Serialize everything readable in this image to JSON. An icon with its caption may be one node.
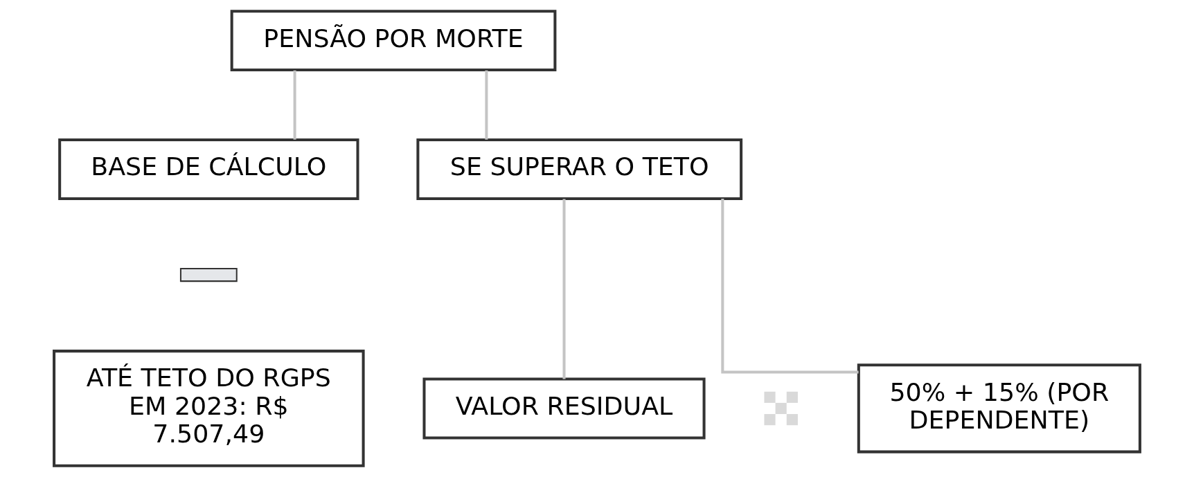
{
  "diagram": {
    "nodes": [
      {
        "text": [
          "PENSÃO POR MORTE"
        ]
      },
      {
        "text": [
          "BASE DE CÁLCULO"
        ]
      },
      {
        "text": [
          "SE SUPERAR O TETO"
        ]
      },
      {
        "text": [],
        "shape": "bar"
      },
      {
        "text": [
          "ATÉ TETO DO RGPS EM 2023: R$ 7.507,49"
        ]
      },
      {
        "text": [
          "VALOR RESIDUAL"
        ]
      },
      {
        "text": [],
        "shape": "cross"
      },
      {
        "text": [
          "50% + 15% (POR DEPENDENTE)"
        ]
      }
    ],
    "edges": [
      {
        "from": 0,
        "to": 1,
        "arrow": "none"
      },
      {
        "from": 0,
        "to": 2,
        "arrow": "none"
      },
      {
        "from": 2,
        "to": 5,
        "arrow": "none"
      },
      {
        "from": 2,
        "to": 7,
        "arrow": "none"
      }
    ]
  }
}
